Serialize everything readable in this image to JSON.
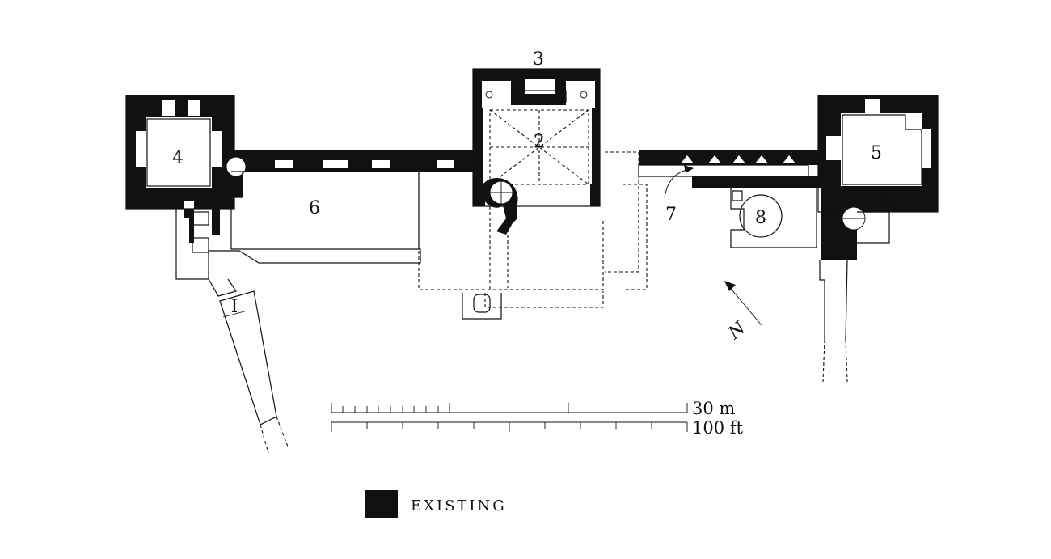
{
  "labels": {
    "l1": "I",
    "l2": "2",
    "l3": "3",
    "l4": "4",
    "l5": "5",
    "l6": "6",
    "l7": "7",
    "l8": "8"
  },
  "north_symbol": "N",
  "scale": {
    "metric": "30 m",
    "imperial": "100 ft"
  },
  "legend": {
    "existing": "EXISTING"
  },
  "colors": {
    "ink": "#111111",
    "paper": "#ffffff"
  }
}
